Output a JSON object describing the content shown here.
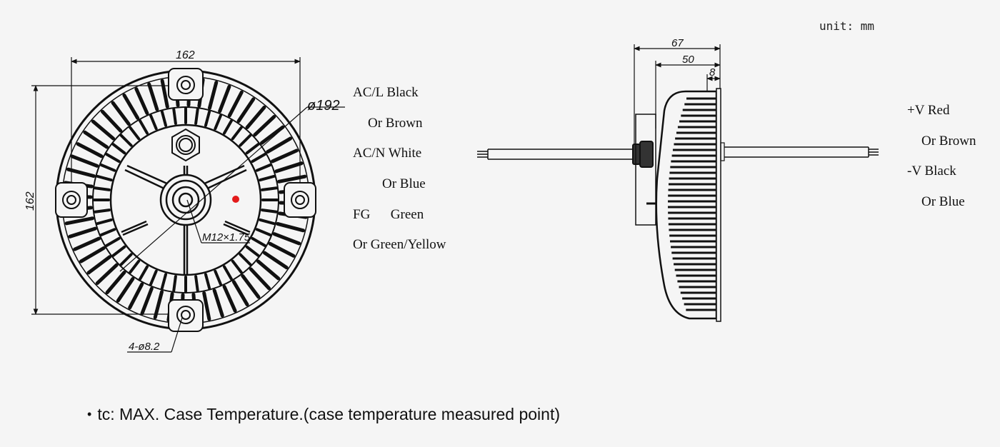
{
  "unit_label": "unit: mm",
  "front_view": {
    "dim_width": "162",
    "dim_height": "162",
    "dim_diameter": "ø192",
    "thread_label": "M12×1.75",
    "holes_label": "4-ø8.2",
    "tc_point_color": "#e31b1b"
  },
  "side_view": {
    "dim_overall": "67",
    "dim_body": "50",
    "dim_flange": "8"
  },
  "input_wires": [
    "AC/L Black",
    "Or Brown",
    "AC/N White",
    "Or Blue",
    "FG      Green",
    "Or Green/Yellow"
  ],
  "output_wires": [
    "+V Red",
    "Or Brown",
    "-V Black",
    "Or Blue"
  ],
  "note": "tc: MAX. Case Temperature.(case temperature measured point)",
  "note_bullet": "•"
}
